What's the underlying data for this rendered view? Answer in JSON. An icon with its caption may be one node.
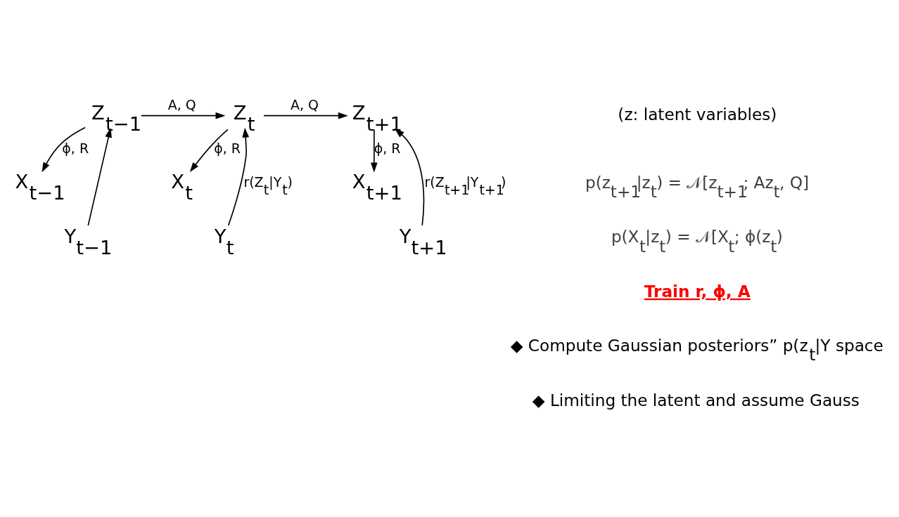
{
  "diagram": {
    "nodes": [
      {
        "text": [
          "Z$_{t−1}$"
        ]
      },
      {
        "text": [
          "Z$_{t}$"
        ]
      },
      {
        "text": [
          "Z$_{t+1}$"
        ]
      },
      {
        "text": [
          "X$_{t−1}$"
        ]
      },
      {
        "text": [
          "X$_{t}$"
        ]
      },
      {
        "text": [
          "X$_{t+1}$"
        ]
      },
      {
        "text": [
          "Y$_{t−1}$"
        ]
      },
      {
        "text": [
          "Y$_{t}$"
        ]
      },
      {
        "text": [
          "Y$_{t+1}$"
        ]
      }
    ],
    "edges": [
      {
        "from": 0,
        "to": 1,
        "arrow": "to",
        "label": "A, Q"
      },
      {
        "from": 1,
        "to": 2,
        "arrow": "to",
        "label": "A, Q"
      },
      {
        "from": 0,
        "to": 3,
        "arrow": "to",
        "label": "ϕ, R"
      },
      {
        "from": 1,
        "to": 4,
        "arrow": "to",
        "label": "ϕ, R"
      },
      {
        "from": 2,
        "to": 5,
        "arrow": "to",
        "label": "ϕ, R"
      },
      {
        "from": 6,
        "to": 0,
        "arrow": "to"
      },
      {
        "from": 7,
        "to": 1,
        "arrow": "to",
        "label": "r(Z$_{t}$|Y$_{t}$)"
      },
      {
        "from": 8,
        "to": 2,
        "arrow": "to",
        "label": "r(Z$_{t+1}$|Y$_{t+1}$)"
      }
    ],
    "labels": [
      "(z: latent variables)",
      "p(z$_{t+1}$|z$_{t}$) = 𝒩[z$_{t+1}$; Az$_{t}$, Q]",
      "p(X$_{t}$|z$_{t}$) = 𝒩[X$_{t}$; ϕ(z$_{t}$)",
      "Train r, ϕ, A",
      "◆ Compute Gaussian posteriors” p(z$_{t}$|Y space",
      "◆ Limiting the latent and assume Gauss"
    ]
  }
}
